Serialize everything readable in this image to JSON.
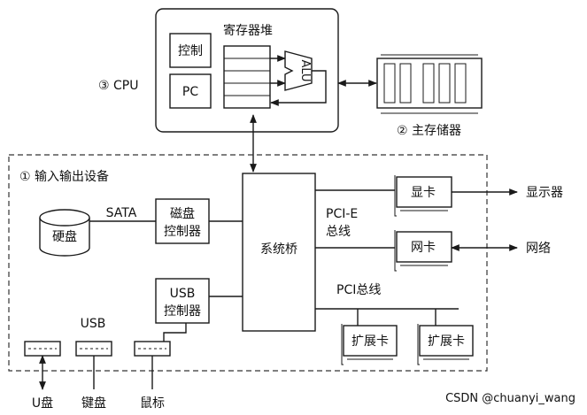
{
  "cpu": {
    "label": "③ CPU",
    "control": "控制",
    "pc": "PC",
    "register_file": "寄存器堆",
    "alu": "ALU"
  },
  "main_memory": {
    "label": "② 主存储器"
  },
  "io": {
    "label": "① 输入输出设备"
  },
  "system_bridge": "系统桥",
  "disk": {
    "drive": "硬盘",
    "interface": "SATA",
    "controller_line1": "磁盘",
    "controller_line2": "控制器"
  },
  "usb": {
    "controller_line1": "USB",
    "controller_line2": "控制器",
    "bus_label": "USB",
    "devices": [
      "U盘",
      "键盘",
      "鼠标"
    ]
  },
  "pcie": {
    "bus_line1": "PCI-E",
    "bus_line2": "总线",
    "graphics_card": "显卡",
    "network_card": "网卡",
    "display": "显示器",
    "network": "网络"
  },
  "pci": {
    "bus_label": "PCI总线",
    "expansion_cards": [
      "扩展卡",
      "扩展卡"
    ]
  },
  "watermark": "CSDN @chuanyi_wang"
}
